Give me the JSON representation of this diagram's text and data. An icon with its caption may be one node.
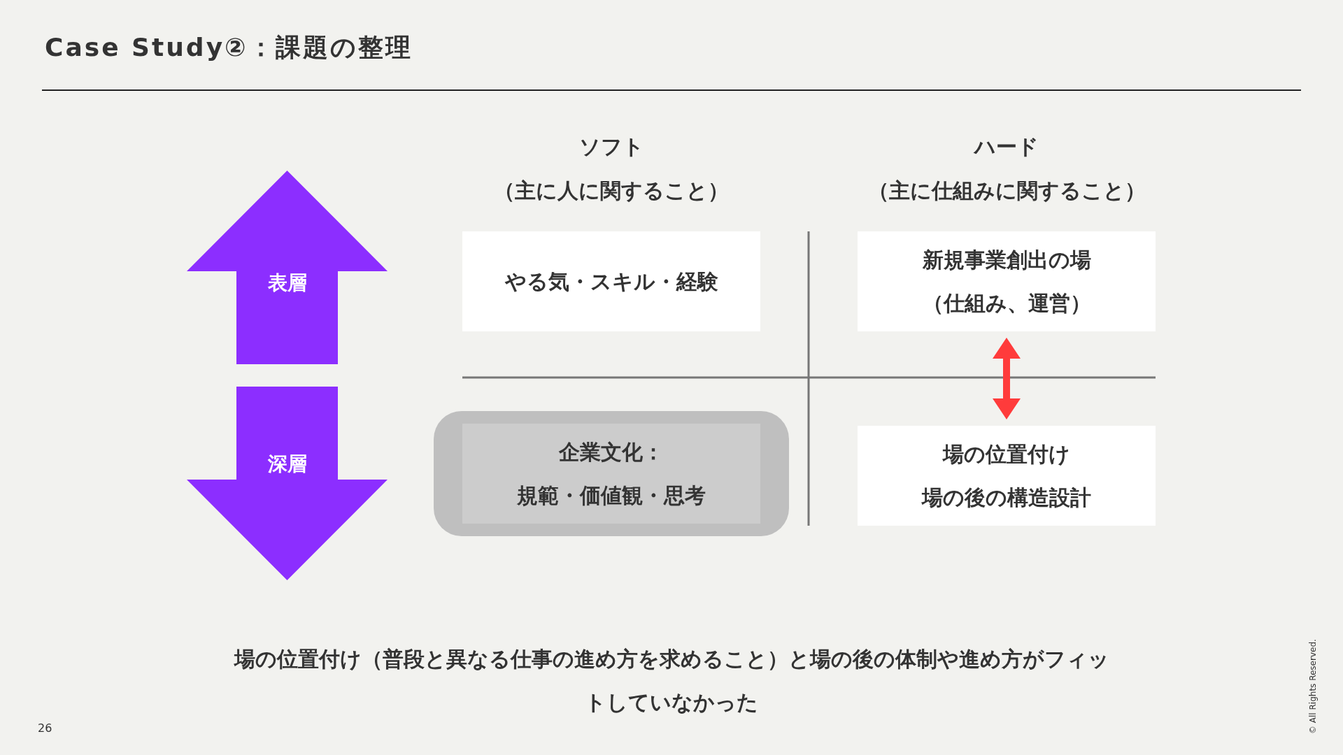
{
  "diagram": {
    "title": "Case Study②：課題の整理",
    "nodes": [
      {
        "text": [
          "表層"
        ]
      },
      {
        "text": [
          "深層"
        ]
      },
      {
        "text": [
          "やる気・スキル・経験"
        ]
      },
      {
        "text": [
          "新規事業創出の場（仕組み、運営）"
        ]
      },
      {
        "text": [],
        "shape": "box"
      },
      {
        "text": [
          "企業文化：",
          "規範・価値観・思考"
        ],
        "in": 4
      },
      {
        "text": [
          "場の位置付け",
          "場の後の構造設計"
        ]
      }
    ],
    "edges": [
      {
        "from": 3,
        "to": 6,
        "arrow": "both",
        "color": "#ff3b3b"
      }
    ],
    "labels": [
      "ソフト",
      "（主に人に関すること）",
      "ハード",
      "（主に仕組みに関すること）",
      "26",
      "© All Rights Reserved."
    ],
    "caption": "場の位置付け（普段と異なる仕事の進め方を求めること）と場の後の体制や進め方がフィットしていなかった"
  }
}
